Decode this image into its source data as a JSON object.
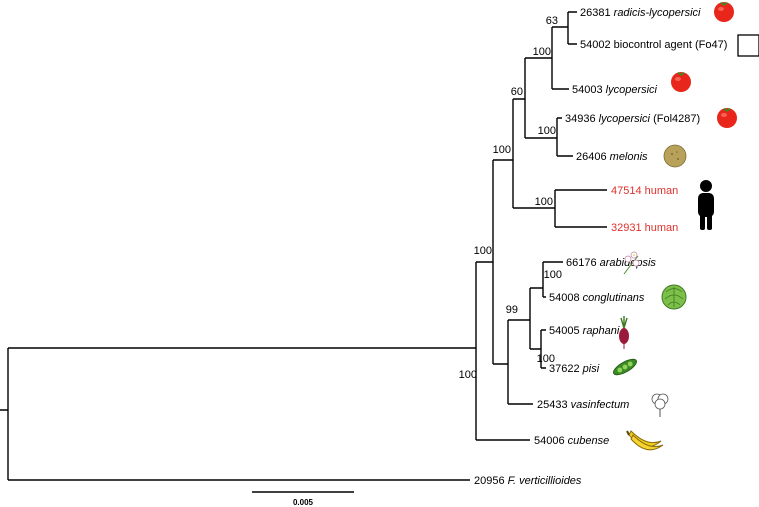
{
  "tree": {
    "leaves": [
      {
        "id": "26381",
        "name": "radicis-lycopersici",
        "suffix": "",
        "italic": true,
        "red": false,
        "icon": "tomato-icon"
      },
      {
        "id": "54002",
        "name": "biocontrol agent (Fo47)",
        "suffix": "",
        "italic": false,
        "red": false,
        "icon": "empty-box-icon"
      },
      {
        "id": "54003",
        "name": "lycopersici",
        "suffix": "",
        "italic": true,
        "red": false,
        "icon": "tomato-icon"
      },
      {
        "id": "34936",
        "name": "lycopersici",
        "suffix": " (Fol4287)",
        "italic": true,
        "red": false,
        "icon": "tomato-icon"
      },
      {
        "id": "26406",
        "name": "melonis",
        "suffix": "",
        "italic": true,
        "red": false,
        "icon": "melon-icon"
      },
      {
        "id": "47514",
        "name": "human",
        "suffix": "",
        "italic": false,
        "red": true,
        "icon": "human-icon"
      },
      {
        "id": "32931",
        "name": "human",
        "suffix": "",
        "italic": false,
        "red": true,
        "icon": ""
      },
      {
        "id": "66176",
        "name": "arabidopsis",
        "suffix": "",
        "italic": true,
        "red": false,
        "icon": "arabidopsis-flower-icon"
      },
      {
        "id": "54008",
        "name": "conglutinans",
        "suffix": "",
        "italic": true,
        "red": false,
        "icon": "cabbage-icon"
      },
      {
        "id": "54005",
        "name": "raphani",
        "suffix": "",
        "italic": true,
        "red": false,
        "icon": "radish-icon"
      },
      {
        "id": "37622",
        "name": "pisi",
        "suffix": "",
        "italic": true,
        "red": false,
        "icon": "pea-pod-icon"
      },
      {
        "id": "25433",
        "name": "vasinfectum",
        "suffix": "",
        "italic": true,
        "red": false,
        "icon": "cotton-icon"
      },
      {
        "id": "54006",
        "name": "cubense",
        "suffix": "",
        "italic": true,
        "red": false,
        "icon": "banana-icon"
      },
      {
        "id": "20956",
        "name": "F. verticillioides",
        "suffix": "",
        "italic": true,
        "red": false,
        "icon": ""
      }
    ],
    "support_values": [
      "63",
      "100",
      "60",
      "100",
      "100",
      "100",
      "100",
      "100",
      "99",
      "100",
      "100"
    ],
    "scale_bar_label": "0.005",
    "colors": {
      "branch": "#000000",
      "human_label": "#e0312b",
      "tomato": "#e8261b",
      "melon": "#b8a15a",
      "banana": "#f2cc1b",
      "cabbage": "#7cc04a"
    }
  }
}
